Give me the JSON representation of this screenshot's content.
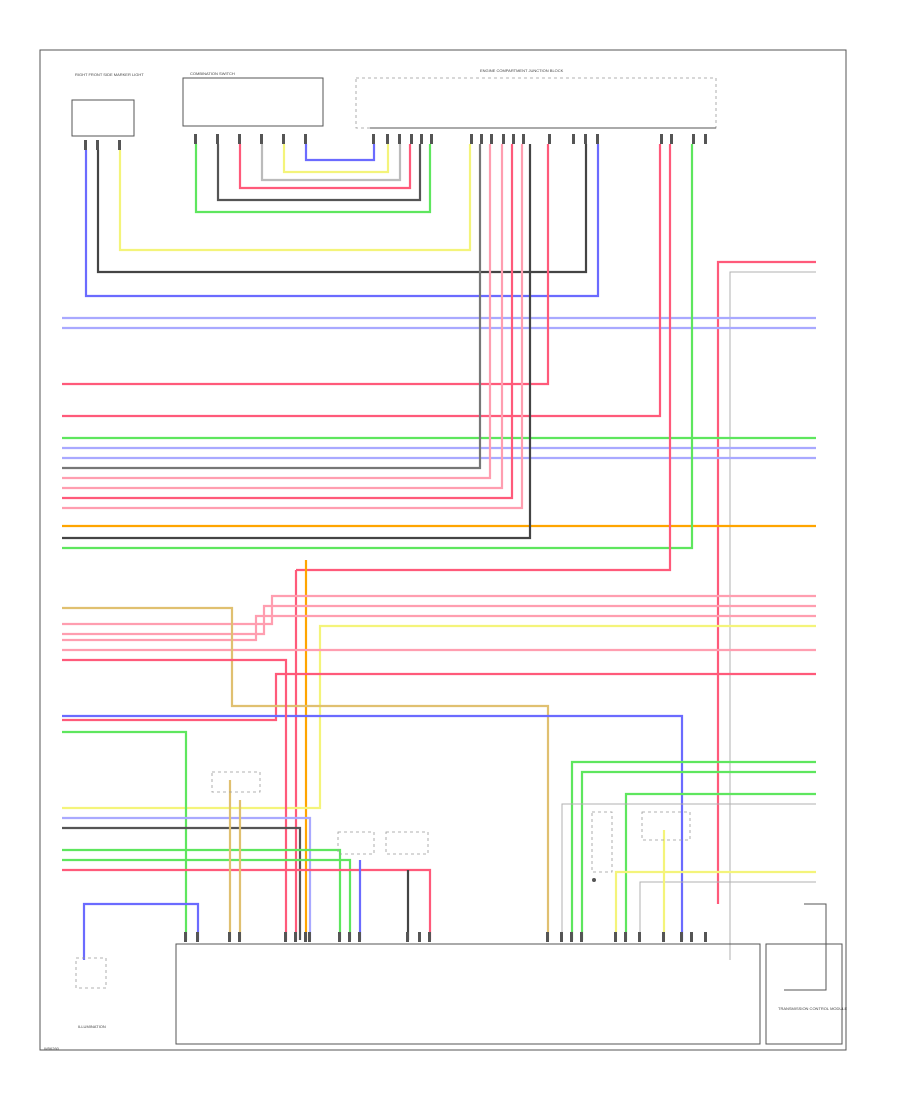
{
  "header_blocks": {
    "left_component": "RIGHT FRONT SIDE MARKER LIGHT",
    "center_component": "COMBINATION SWITCH",
    "right_component": "ENGINE COMPARTMENT JUNCTION BLOCK"
  },
  "bottom_components": {
    "left_ground": "ILLUMINATION",
    "tcm": "TRANSMISSION CONTROL MODULE",
    "footer_code": "W56260"
  },
  "colors": {
    "red": "#ff5a7a",
    "pink": "#ff9eb0",
    "green": "#5ee65e",
    "blue": "#6b6bff",
    "lightblue": "#a9a9ff",
    "yellow": "#f4f47a",
    "orange": "#ffa500",
    "tan": "#e0c070",
    "gray": "#777777",
    "black": "#444444"
  }
}
